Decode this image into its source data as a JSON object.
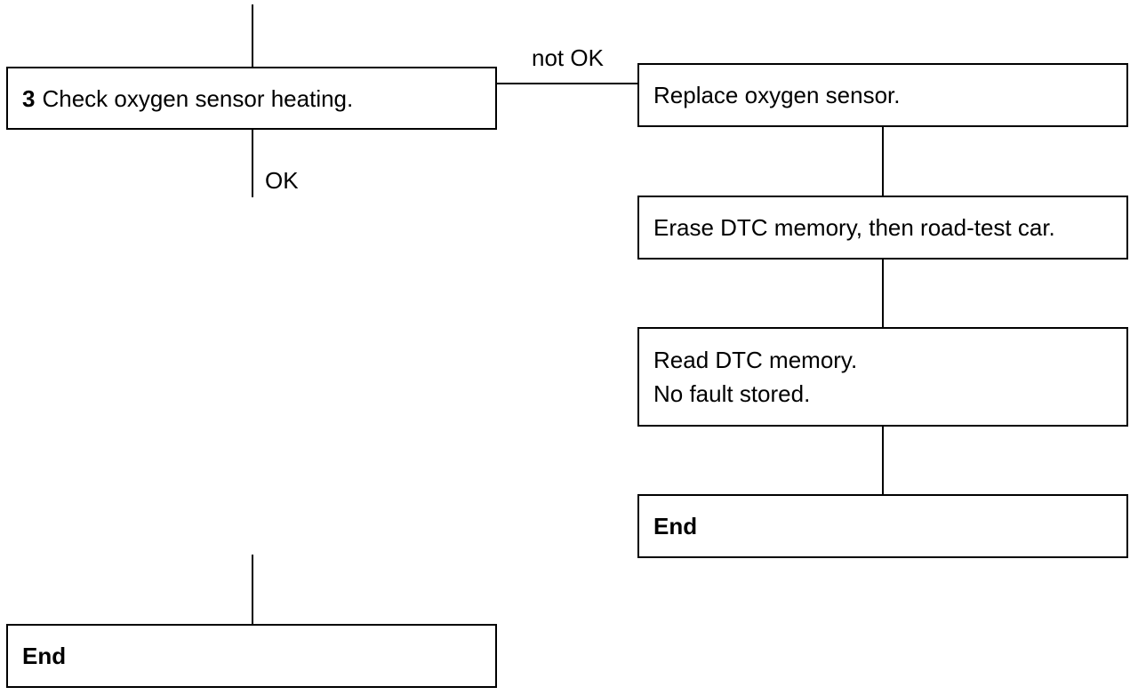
{
  "flowchart": {
    "step3": {
      "number": "3",
      "text": "Check oxygen sensor heating."
    },
    "edge_not_ok": "not OK",
    "edge_ok": "OK",
    "replace_box": "Replace oxygen sensor.",
    "erase_box": "Erase DTC memory, then road-test car.",
    "read_box": {
      "line1": "Read DTC memory.",
      "line2": "No fault stored."
    },
    "end_right": "End",
    "end_left": "End"
  }
}
